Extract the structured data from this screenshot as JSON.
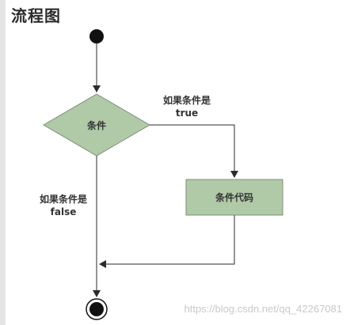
{
  "page": {
    "title": "流程图"
  },
  "diagram": {
    "condition_label": "条件",
    "code_label": "条件代码",
    "true_branch": {
      "line1": "如果条件是",
      "line2": "true"
    },
    "false_branch": {
      "line1": "如果条件是",
      "line2": "false"
    }
  },
  "watermark": "https://blog.csdn.net/qq_42267081",
  "colors": {
    "shape_fill": "#b0c9a7",
    "shape_stroke": "#7d8f77",
    "line": "#2b2b2b",
    "node": "#111111"
  }
}
